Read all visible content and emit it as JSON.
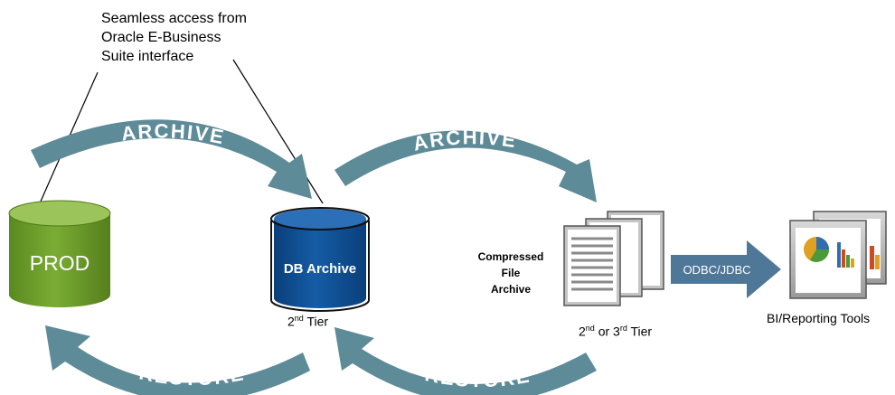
{
  "callout": {
    "line1": "Seamless access from",
    "line2": "Oracle E-Business",
    "line3": "Suite interface"
  },
  "arrows": {
    "archive_1": "ARCHIVE",
    "archive_2": "ARCHIVE",
    "restore_1": "RESTORE",
    "restore_2": "RESTORE",
    "odbc": "ODBC/JDBC"
  },
  "nodes": {
    "prod": "PROD",
    "db_archive": "DB Archive",
    "compressed": [
      "Compressed",
      "File",
      "Archive"
    ],
    "bi_tools": "BI/Reporting Tools"
  },
  "tiers": {
    "second_num": "2",
    "second_sup": "nd",
    "second_word": " Tier",
    "alt_num_a": "2",
    "alt_sup_a": "nd",
    "alt_or": " or 3",
    "alt_sup_b": "rd",
    "alt_word": " Tier"
  },
  "colors": {
    "arrow": "#5e8b98",
    "prod": "#6b9a2a",
    "db_archive": "#0f4e93",
    "odbc_arrow": "#4f7798"
  }
}
